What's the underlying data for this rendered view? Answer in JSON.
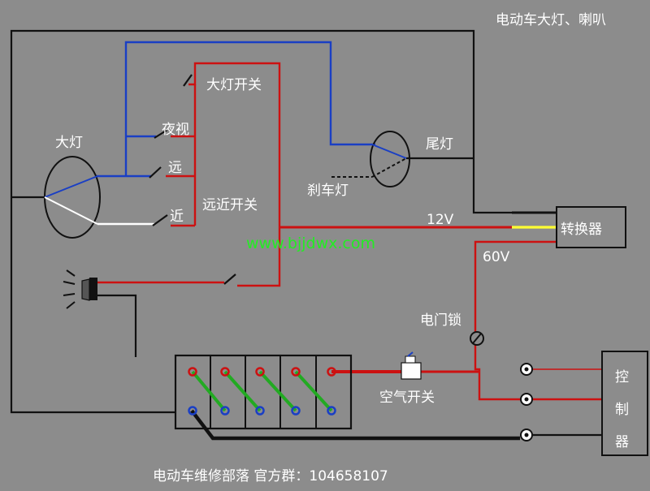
{
  "title": "电动车大灯、喇叭",
  "labels": {
    "headlight": "大灯",
    "headlight_switch": "大灯开关",
    "night": "夜视",
    "far": "远",
    "near": "近",
    "far_near_switch": "远近开关",
    "taillight": "尾灯",
    "brake_light": "刹车灯",
    "volt_12": "12V",
    "converter": "转换器",
    "volt_60": "60V",
    "key_lock": "电门锁",
    "air_switch": "空气开关",
    "controller": [
      "控",
      "制",
      "器"
    ]
  },
  "website": "www.bjjdwx.com",
  "footer": "电动车维修部落 官方群：104658107",
  "colors": {
    "background": "#8c8c8c",
    "wire_black": "#111111",
    "wire_red": "#cc1111",
    "wire_blue": "#1a3fc4",
    "wire_white": "#ffffff",
    "wire_yellow": "#ffff33",
    "wire_green": "#22aa22",
    "website_text": "#22ee22"
  }
}
